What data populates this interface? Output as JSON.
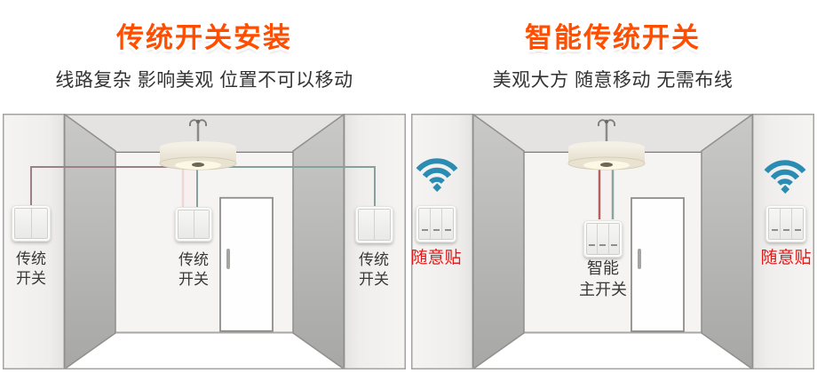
{
  "colors": {
    "title_orange": "#ff4e00",
    "label_red": "#e11919",
    "wifi_blue": "#2b8cb3",
    "label_dark": "#3b3937",
    "wire_teal": "#86a09b",
    "wire_maroon": "#9b8184",
    "wire_red": "#b4615d"
  },
  "left_panel": {
    "title": "传统开关安装",
    "subtitle": "线路复杂 影响美观 位置不可以移动",
    "switch_labels": [
      {
        "line1": "传统",
        "line2": "开关"
      },
      {
        "line1": "传统",
        "line2": "开关"
      },
      {
        "line1": "传统",
        "line2": "开关"
      }
    ]
  },
  "right_panel": {
    "title": "智能传统开关",
    "subtitle": "美观大方 随意移动 无需布线",
    "sticker_left_label": "随意贴",
    "sticker_right_label": "随意贴",
    "main_switch_label": {
      "line1": "智能",
      "line2": "主开关"
    }
  }
}
